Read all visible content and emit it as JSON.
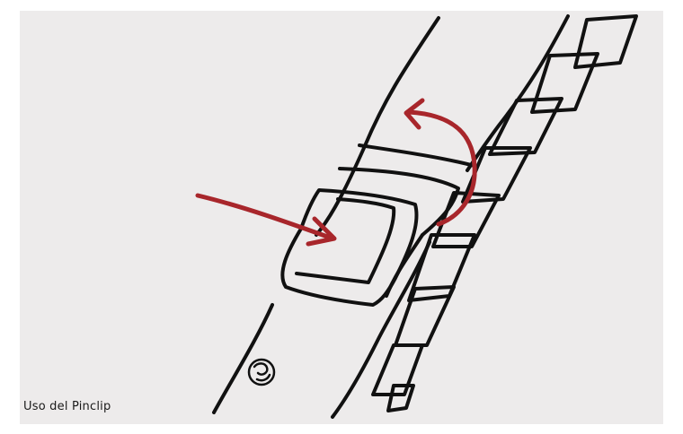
{
  "caption": "Uso del Pinclip",
  "colors": {
    "background": "#edebeb",
    "ink": "#111111",
    "arrow": "#a8262b"
  },
  "icons": {
    "arrow_press": "red-straight-arrow",
    "arrow_rotate": "red-curved-arrow"
  }
}
